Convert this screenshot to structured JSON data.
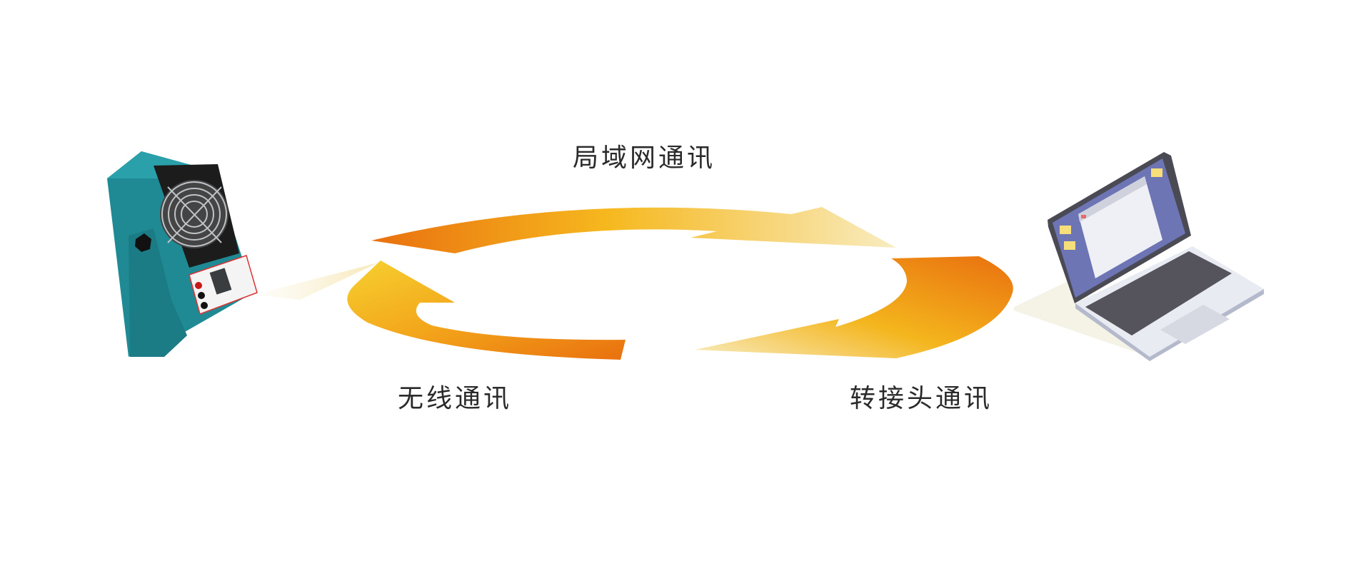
{
  "labels": {
    "lan": "局域网通讯",
    "wireless": "无线通讯",
    "adapter": "转接头通讯"
  },
  "colors": {
    "arrow_dark": "#e9700f",
    "arrow_mid": "#f6b81e",
    "arrow_light": "#f8ecc0",
    "device_body": "#23909a",
    "laptop_screen": "#6e75b5"
  },
  "icons": [
    "ionizer-fan-device",
    "laptop-icon",
    "cycle-arrows"
  ]
}
